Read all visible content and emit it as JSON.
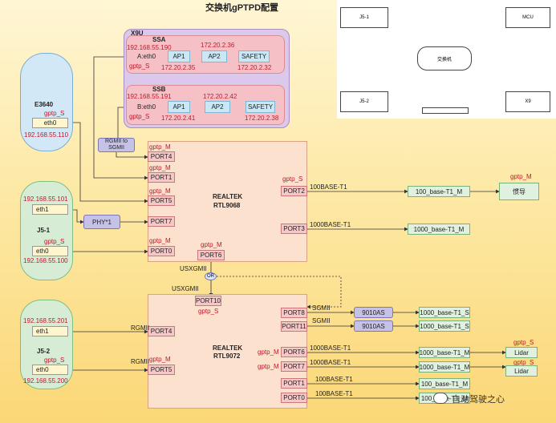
{
  "title": "交换机gPTPD配置",
  "x9u": {
    "label": "X9U",
    "ssa": {
      "label": "SSA",
      "ip": "192.168.55.190",
      "iface": "A:eth0",
      "gptp": "gptp_S",
      "ap1": "AP1",
      "ap2": "AP2",
      "safety": "SAFETY",
      "ip_ap2": "172.20.2.36",
      "ip_ap1": "172.20.2.35",
      "ip_safety": "172.20.2.32"
    },
    "ssb": {
      "label": "SSB",
      "ip": "192.168.55.191",
      "iface": "B:eth0",
      "gptp": "gptp_S",
      "ap1": "AP1",
      "ap2": "AP2",
      "safety": "SAFETY",
      "ip_ap2": "172.20.2.42",
      "ip_ap1": "172.20.2.41",
      "ip_safety": "172.20.2.38"
    }
  },
  "e3640": {
    "label": "E3640",
    "gptp": "gptp_S",
    "eth0": "eth0",
    "ip": "192.168.55.110"
  },
  "j51": {
    "label": "J5-1",
    "ip1": "192.168.55.101",
    "eth1": "eth1",
    "gptp": "gptp_S",
    "eth0": "eth0",
    "ip0": "192.168.55.100"
  },
  "j52": {
    "label": "J5-2",
    "ip1": "192.168.55.201",
    "eth1": "eth1",
    "gptp": "gptp_S",
    "eth0": "eth0",
    "ip0": "192.168.55.200"
  },
  "rgmii_sgmii": "RGMII to SGMII",
  "phy": "PHY*1",
  "rtl9068": {
    "name1": "REALTEK",
    "name2": "RTL9068",
    "ports": {
      "port4": "PORT4",
      "port1": "PORT1",
      "port5": "PORT5",
      "port7": "PORT7",
      "port0": "PORT0",
      "port6": "PORT6",
      "port2": "PORT2",
      "port3": "PORT3"
    },
    "g_port4": "gptp_M",
    "g_port1": "gptp_M",
    "g_port5": "gptp_M",
    "g_port0": "gptp_M",
    "g_port6": "gptp_M",
    "g_port2": "gptp_S"
  },
  "rtl9072": {
    "name1": "REALTEK",
    "name2": "RTL9072",
    "ports": {
      "port10": "PORT10",
      "port4": "PORT4",
      "port5": "PORT5",
      "port8": "PORT8",
      "port11": "PORT11",
      "port6": "PORT6",
      "port7": "PORT7",
      "port1": "PORT1",
      "port0": "PORT0"
    },
    "g_port10": "gptp_S",
    "g_port5": "gptp_M",
    "g_port6": "gptp_M",
    "g_port7": "gptp_M"
  },
  "links": {
    "usxgmii_a": "USXGMII",
    "usxgmii_b": "USXGMII",
    "or": "OR",
    "base1": "100BASE-T1",
    "base2": "1000BASE-T1",
    "base3": "1000BASE-T1",
    "base4": "1000BASE-T1",
    "base5": "100BASE-T1",
    "base6": "100BASE-T1",
    "sgmii1": "SGMII",
    "sgmii2": "SGMII",
    "rgmii1": "RGMII",
    "rgmii2": "RGMII"
  },
  "right": {
    "t1_port2": "100_base-T1_M",
    "t1_port3": "1000_base-T1_M",
    "t1_8": "1000_base-T1_S",
    "t1_11": "1000_base-T1_S",
    "t1_6": "1000_base-T1_M",
    "t1_7": "1000_base-T1_M",
    "t1_1": "100_base-T1_M",
    "t1_0": "100_base-T1_M",
    "as1": "9010AS",
    "as2": "9010AS",
    "guidao": "惯导",
    "guidao_g": "gptp_M",
    "lidar1": "Lidar",
    "lidar1_g": "gptp_S",
    "lidar2": "Lidar",
    "lidar2_g": "gptp_S"
  },
  "ref": {
    "j51": "J5-1",
    "j52": "J5-2",
    "mcu": "MCU",
    "x9": "X9",
    "switch": "交换机"
  },
  "watermark": "自动驾驶之心"
}
